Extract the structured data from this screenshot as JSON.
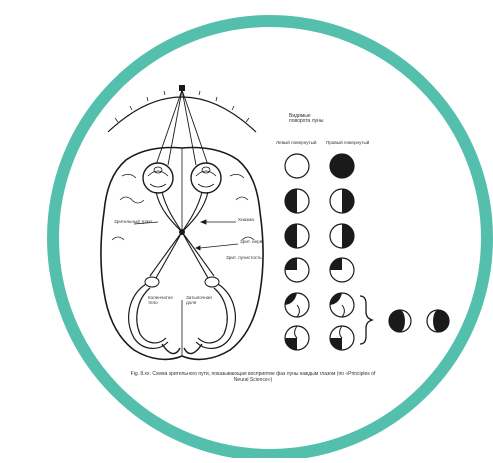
{
  "colors": {
    "frame_ring": "#55bfae",
    "ink": "#1a1a1a",
    "paper": "#ffffff"
  },
  "labels": {
    "phases_header": "Видимые\nповорота луны",
    "col_left": "Левый повернутый",
    "col_right": "Правый повернутый",
    "fixation_label": "Зрительный тракт",
    "chiasm_label": "Хиазма",
    "optic_nerve_label": "Зрит. нерв",
    "radiation_label": "Зрит. лучистость",
    "geniculate_label": "Коленчатое\nтело",
    "cortex_label": "Затылочная\nдоля"
  },
  "caption": "Fig. 8.xx. Схема зрительного пути, показывающая восприятие фаз луны каждым глазом (по «Principles of Neural Science»)",
  "phase_pairs": [
    {
      "left": "new",
      "right": "full"
    },
    {
      "left": "first-quarter",
      "right": "third-quarter"
    },
    {
      "left": "first-quarter",
      "right": "third-quarter"
    },
    {
      "left": "crescent",
      "right": "crescent"
    },
    {
      "left": "crescent-swirl",
      "right": "crescent-swirl"
    },
    {
      "left": "quarter-swirl",
      "right": "quarter-swirl"
    }
  ],
  "result_phases": [
    "first-quarter-gibbous",
    "third-quarter-gibbous"
  ]
}
